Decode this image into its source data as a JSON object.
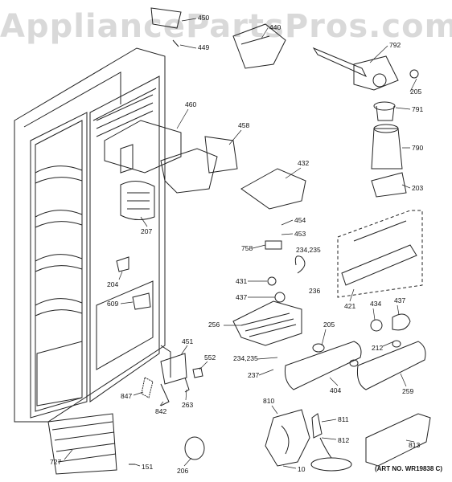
{
  "watermark": "AppliancePartsPros.com",
  "art_number": "(ART NO. WR19838 C)",
  "part_labels": [
    "450",
    "449",
    "440",
    "792",
    "205",
    "791",
    "790",
    "203",
    "460",
    "458",
    "432",
    "454",
    "453",
    "758",
    "234,235",
    "236",
    "431",
    "437",
    "207",
    "204",
    "609",
    "256",
    "205",
    "234,235",
    "237",
    "404",
    "212",
    "434",
    "437",
    "421",
    "451",
    "552",
    "847",
    "842",
    "263",
    "259",
    "810",
    "811",
    "812",
    "813",
    "727",
    "151",
    "206",
    "10"
  ]
}
